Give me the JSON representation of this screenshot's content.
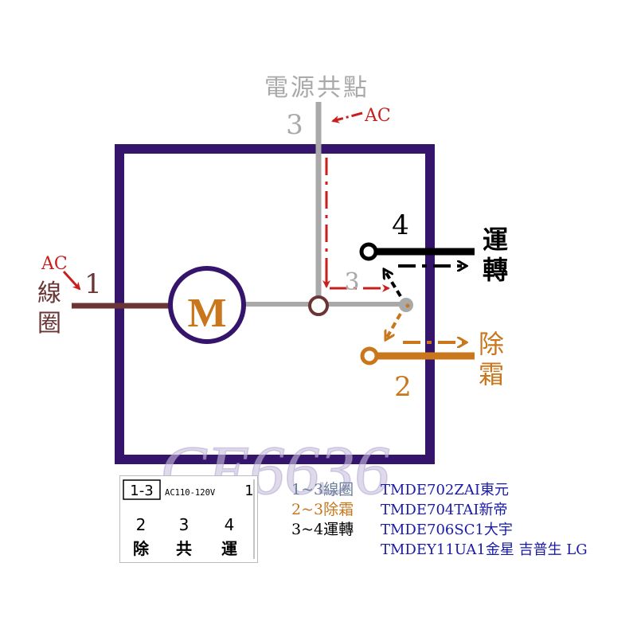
{
  "colors": {
    "box": "#35156b",
    "coil": "#6b3535",
    "common": "#a9a9a9",
    "run": "#000000",
    "defrost": "#c9761c",
    "arrow_red": "#c81e1e",
    "motor_text": "#c9761c",
    "legend_blue": "#1a1aa8",
    "legend_gray": "#6a7f99"
  },
  "labels": {
    "common_point": "電源共點",
    "terminal_3_top": "3",
    "ac_top": "AC",
    "terminal_4": "4",
    "run_line1": "運",
    "run_line2": "轉",
    "ac_left": "AC",
    "coil_line1": "線",
    "coil_line2": "圈",
    "terminal_1": "1",
    "motor": "M",
    "terminal_3_mid": "3",
    "defrost_line1": "除",
    "defrost_line2": "霜",
    "terminal_2": "2",
    "watermark": "CE6636"
  },
  "label_box": {
    "pins": "1-3",
    "voltage": "AC110-120V",
    "pin1": "1",
    "num2": "2",
    "num3": "3",
    "num4": "4",
    "ch_defrost": "除",
    "ch_common": "共",
    "ch_run": "運"
  },
  "legend": [
    {
      "text": "1~3線圈",
      "color": "#6a7f99"
    },
    {
      "text": "2~3除霜",
      "color": "#c9761c"
    },
    {
      "text": "3~4運轉",
      "color": "#000000"
    }
  ],
  "models": [
    "TMDE702ZAI東元",
    "TMDE704TAI新帝",
    "TMDE706SC1大宇",
    "TMDEY11UA1金星 吉普生 LG"
  ]
}
